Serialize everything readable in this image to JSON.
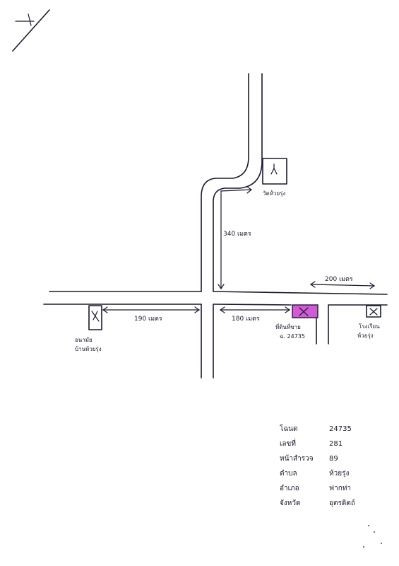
{
  "map": {
    "distances": {
      "north_road": "340 เมตร",
      "east_road": "200 เมตร",
      "west_clinic": "190 เมตร",
      "east_site": "180 เมตร"
    },
    "landmarks": {
      "temple": "วัดห้วยรุ่ง",
      "clinic_line1": "อนามัย",
      "clinic_line2": "บ้านห้วยรุ่ง",
      "site_line1": "ที่ดินที่ขาย",
      "site_line2": "ฉ. 24735",
      "school_line1": "โรงเรียน",
      "school_line2": "ห้วยรุ่ง"
    },
    "colors": {
      "site_fill": "#d35ad6",
      "ink": "#1a1a2e"
    }
  },
  "deed": {
    "rows": [
      {
        "label": "โฉนด",
        "value": "24735"
      },
      {
        "label": "เลขที่",
        "value": "281"
      },
      {
        "label": "หน้าสำรวจ",
        "value": "89"
      },
      {
        "label": "ตำบล",
        "value": "ห้วยรุ่ง"
      },
      {
        "label": "อำเภอ",
        "value": "ฟากท่า"
      },
      {
        "label": "จังหวัด",
        "value": "อุตรดิตถ์"
      }
    ]
  }
}
